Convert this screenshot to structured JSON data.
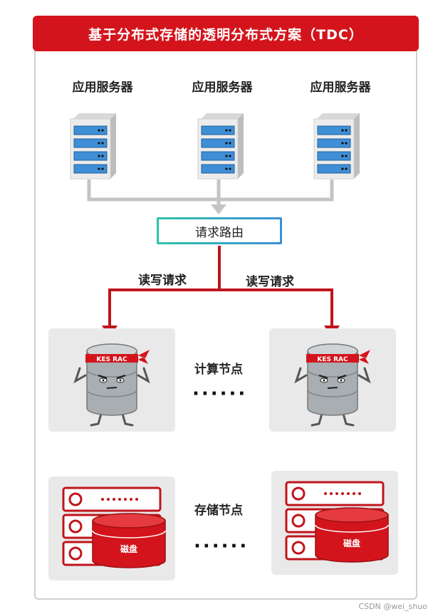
{
  "title": "基于分布式存储的透明分布式方案（TDC）",
  "app_servers": [
    {
      "label": "应用服务器"
    },
    {
      "label": "应用服务器"
    },
    {
      "label": "应用服务器"
    }
  ],
  "request_routing": {
    "label": "请求路由"
  },
  "read_write": {
    "left_label": "读写请求",
    "right_label": "读写请求"
  },
  "compute_nodes": {
    "label": "计算节点",
    "ellipsis": "······",
    "mascot_band_text": "KES RAC"
  },
  "storage_nodes": {
    "label": "存储节点",
    "ellipsis": "······",
    "disk_label": "磁盘"
  },
  "colors": {
    "brand_red": "#d4141c",
    "route_gradient_start": "#2cc3a8",
    "route_gradient_end": "#3b8ed8",
    "server_blue": "#3f8fd6"
  },
  "watermark": "CSDN @wei_shuo"
}
